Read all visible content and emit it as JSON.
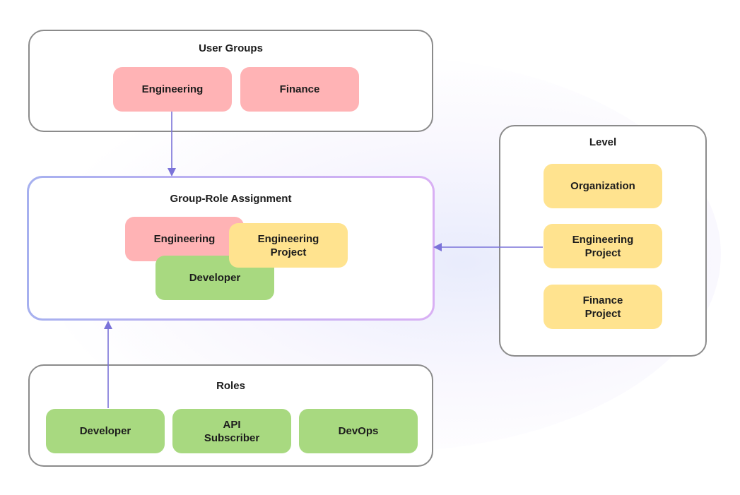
{
  "user_groups": {
    "title": "User Groups",
    "items": [
      "Engineering",
      "Finance"
    ]
  },
  "assignment": {
    "title": "Group-Role Assignment",
    "group": "Engineering",
    "project": "Engineering\nProject",
    "role": "Developer"
  },
  "level": {
    "title": "Level",
    "items": [
      "Organization",
      "Engineering\nProject",
      "Finance\nProject"
    ]
  },
  "roles": {
    "title": "Roles",
    "items": [
      "Developer",
      "API\nSubscriber",
      "DevOps"
    ]
  },
  "colors": {
    "group": "#ffb3b5",
    "level": "#ffe38f",
    "role": "#a8d980",
    "arrow": "#7b73d9",
    "panel_border": "#8b8b8b"
  }
}
